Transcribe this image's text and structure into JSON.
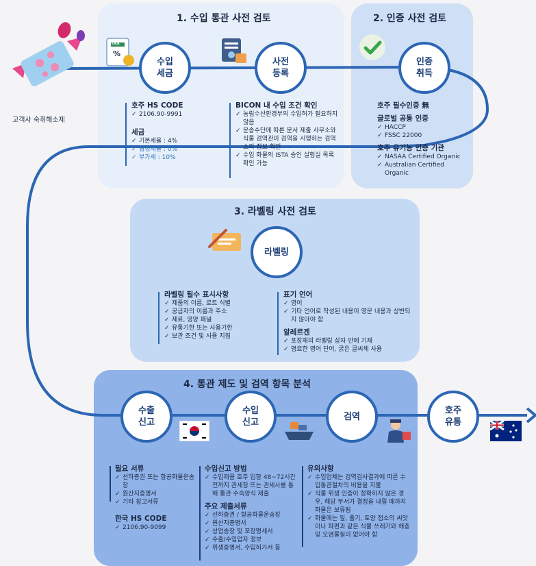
{
  "client_label": "고객사 숙취해소제",
  "sections": {
    "s1": {
      "title": "1. 수입 통관 사전 검토",
      "nodes": [
        "수입\n세금",
        "사전\n등록"
      ],
      "left": {
        "hs_heading": "호주 HS CODE",
        "hs_items": [
          "2106.90-9991"
        ],
        "tax_heading": "세금",
        "tax_items": [
          "기본세율 : 4%",
          "협정세율 : 0%",
          "부가세 : 10%"
        ]
      },
      "right": {
        "heading": "BICON 내 수입 조건 확인",
        "items": [
          "농림수산환경부의 수입허가 필요하지 않음",
          "운송수단에 따른 문서 제출 사무소와 식물 검역관이 검역을 시행하는 검역소의 정보 확인",
          "수입 화물의 ISTA 승인 실험실 목록 확인 가능"
        ]
      }
    },
    "s2": {
      "title": "2. 인증 사전 검토",
      "node": "인증\n취득",
      "h1": "호주 필수인증 無",
      "h2": "글로벌 공통 인증",
      "items2": [
        "HACCP",
        "FSSC 22000"
      ],
      "h3": "호주 유기농 인증 기관",
      "items3": [
        "NASAA Certified Organic",
        "Australian Certified Organic"
      ]
    },
    "s3": {
      "title": "3. 라벨링 사전 검토",
      "node": "라벨링",
      "left_heading": "라벨링 필수 표시사항",
      "left_items": [
        "제품의 이름, 로트 식별",
        "공급자의 이름과 주소",
        "제료, 영양 패널",
        "유통기한 또는 사용기한",
        "보관 조건 및 사용 지침"
      ],
      "lang_heading": "표기 언어",
      "lang_items": [
        "영어",
        "기타 언어로 작성된 내용이 영문 내용과 상반되지 않아야 함"
      ],
      "allergen_heading": "알레르겐",
      "allergen_items": [
        "포장재의 라벨링 상자 안에 기재",
        "명료한 영어 단어, 굵은 글씨체 사용"
      ]
    },
    "s4": {
      "title": "4. 통관 제도 및 검역 항목 분석",
      "nodes": [
        "수출\n신고",
        "수입\n신고",
        "검역",
        "호주\n유통"
      ],
      "col1": {
        "h1": "필요 서류",
        "items1": [
          "선하증권 또는 항공화물운송장",
          "원산지증명서",
          "기타 참고서류"
        ],
        "h2": "한국 HS CODE",
        "items2": [
          "2106.90-9099"
        ]
      },
      "col2": {
        "h1": "수입신고 방법",
        "items1": [
          "수입제품 호주 입항 48~72시간 전까지 관세청 또는 관세사를 통해 통관 수속양식 제출"
        ],
        "h2": "주요 제출서류",
        "items2": [
          "선하증권 / 항공화물운송장",
          "원산지증명서",
          "상업송장 및 포장명세서",
          "수출/수입업자 정보",
          "위생증명서, 수입허가서 등"
        ]
      },
      "col3": {
        "h1": "유의사항",
        "items1": [
          "수입업체는 검역검사결과에 따른 수입통관절차의 비용을 지불",
          "식물 위생 인증이 정확하지 않은 경우, 해당 부서가 결정을 내릴 때까지 화물은 보류됨",
          "화물에는 잎, 줄기, 토양 접소의 씨앗이나 파편과 같은 식물 쓰레기와 해충 및 오염물질이 없어야 함"
        ]
      }
    }
  },
  "icons": {
    "tax_label": "TAX",
    "tax_pct": "%"
  },
  "colors": {
    "path": "#2c66b4",
    "panel1": "#e6effa",
    "panel2": "#cfe0f6",
    "panel3": "#c4d9f4",
    "panel4": "#8fb2e8"
  }
}
